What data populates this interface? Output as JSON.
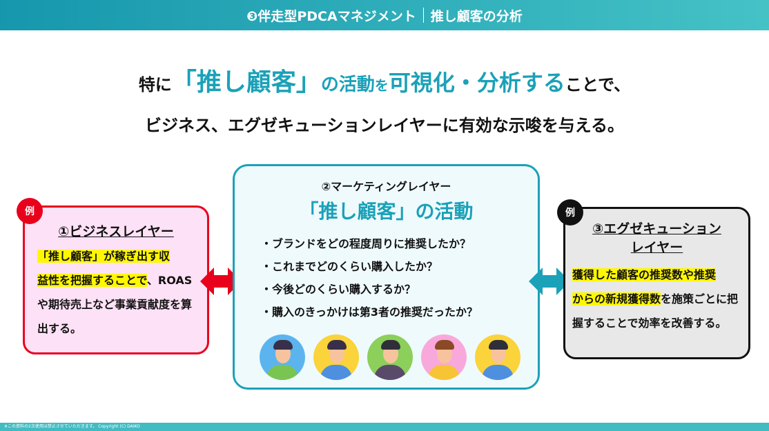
{
  "header": {
    "title": "❸伴走型PDCAマネジメント",
    "subtitle": "推し顧客の分析"
  },
  "headline": {
    "pre": "特に",
    "quote": "「推し顧客」",
    "no": "の活動",
    "wo": "を",
    "verb": "可視化・分析する",
    "post": "ことで、",
    "line2": "ビジネス、エグゼキューションレイヤーに有効な示唆を与える。"
  },
  "left": {
    "badge": "例",
    "title": "①ビジネスレイヤー",
    "hl1": "「推し顧客」が稼ぎ出す収",
    "hl2": "益性を把握することで",
    "rest": "、ROASや期待売上など事業貢献度を算出する。"
  },
  "center": {
    "subtitle": "②マーケティングレイヤー",
    "title": "「推し顧客」の活動",
    "questions": [
      "・ブランドをどの程度周りに推奨したか？",
      "・これまでどのくらい購入したか？",
      "・今後どのくらい購入するか？",
      "・購入のきっかけは第3者の推奨だったか？"
    ]
  },
  "right": {
    "badge": "例",
    "title1": "③エグゼキューション",
    "title2": "レイヤー",
    "hl1": "獲得した顧客の推奨数や推奨",
    "hl2": "からの新規獲得数",
    "rest": "を施策ごとに把握することで効率を改善する。"
  },
  "avatars": [
    {
      "bg": "#5cb4ee",
      "hair": "#3a2f4a",
      "body": "#7ac451"
    },
    {
      "bg": "#fbd33a",
      "hair": "#3a2f4a",
      "body": "#4e8fe0"
    },
    {
      "bg": "#8ccf5a",
      "hair": "#2f2f3a",
      "body": "#5a4a6a"
    },
    {
      "bg": "#f9a8dc",
      "hair": "#8a4a25",
      "body": "#f6c435"
    },
    {
      "bg": "#fbd33a",
      "hair": "#2f2f3a",
      "body": "#4e8fe0"
    }
  ],
  "footer": "※この資料の2次使用は禁止させていただきます。 Copyright (C) DAIKO"
}
